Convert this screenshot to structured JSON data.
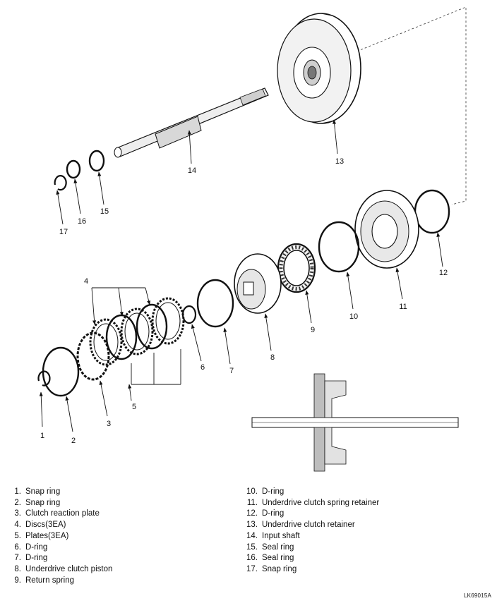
{
  "figure_code": "LK69015A",
  "callouts": {
    "c1": "1",
    "c2": "2",
    "c3": "3",
    "c4": "4",
    "c5": "5",
    "c6": "6",
    "c7": "7",
    "c8": "8",
    "c9": "9",
    "c10": "10",
    "c11": "11",
    "c12": "12",
    "c13": "13",
    "c14": "14",
    "c15": "15",
    "c16": "16",
    "c17": "17"
  },
  "legend_left": [
    {
      "num": "1.",
      "label": "Snap ring"
    },
    {
      "num": "2.",
      "label": "Snap ring"
    },
    {
      "num": "3.",
      "label": "Clutch reaction plate"
    },
    {
      "num": "4.",
      "label": "Discs(3EA)"
    },
    {
      "num": "5.",
      "label": "Plates(3EA)"
    },
    {
      "num": "6.",
      "label": "D-ring"
    },
    {
      "num": "7.",
      "label": "D-ring"
    },
    {
      "num": "8.",
      "label": "Underdrive clutch piston"
    },
    {
      "num": "9.",
      "label": "Return spring"
    }
  ],
  "legend_right": [
    {
      "num": "10.",
      "label": "D-ring"
    },
    {
      "num": "11.",
      "label": "Underdrive clutch spring retainer"
    },
    {
      "num": "12.",
      "label": "D-ring"
    },
    {
      "num": "13.",
      "label": "Underdrive clutch retainer"
    },
    {
      "num": "14.",
      "label": "Input shaft"
    },
    {
      "num": "15.",
      "label": "Seal ring"
    },
    {
      "num": "16.",
      "label": "Seal ring"
    },
    {
      "num": "17.",
      "label": "Snap ring"
    }
  ]
}
